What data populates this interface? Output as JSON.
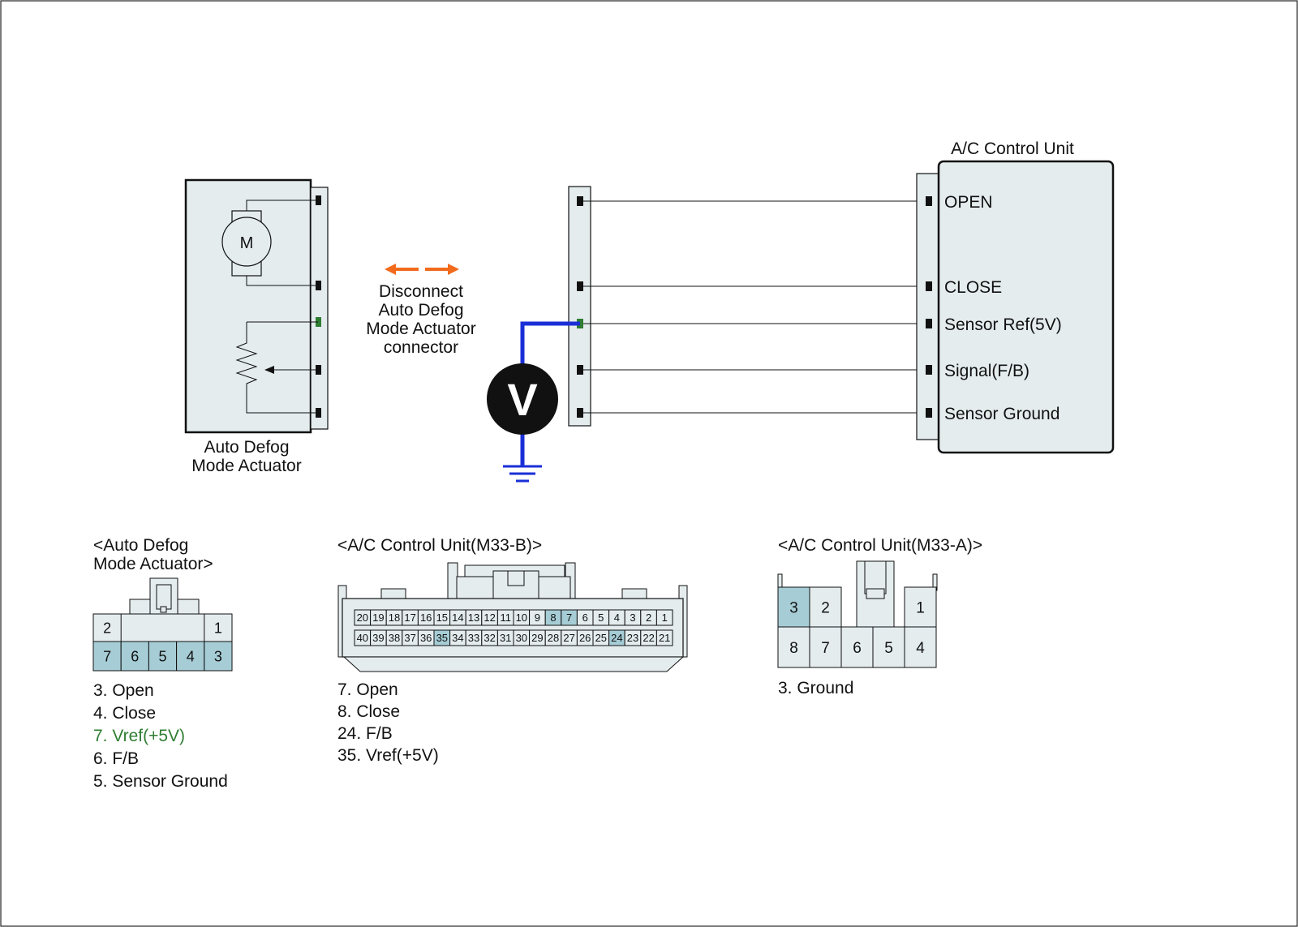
{
  "colors": {
    "panel_fill": "#e4ecee",
    "highlight_pin": "#a6cdd6",
    "vref_green": "#2e7d32",
    "probe_wire": "#1a2fd6",
    "arrow_orange": "#f26a1b",
    "wire": "#111111"
  },
  "actuator": {
    "label_line1": "Auto Defog",
    "label_line2": "Mode Actuator",
    "motor_label": "M"
  },
  "instruction": {
    "line1": "Disconnect",
    "line2": "Auto Defog",
    "line3": "Mode Actuator",
    "line4": "connector"
  },
  "voltmeter": {
    "label": "V"
  },
  "control_unit": {
    "title": "A/C Control Unit",
    "pins": [
      "OPEN",
      "CLOSE",
      "Sensor Ref(5V)",
      "Signal(F/B)",
      "Sensor Ground"
    ]
  },
  "connector_actuator": {
    "title_line1": "<Auto Defog",
    "title_line2": "Mode Actuator>",
    "top_row": [
      "2",
      "1"
    ],
    "bottom_row": [
      "7",
      "6",
      "5",
      "4",
      "3"
    ],
    "highlighted": [
      "7",
      "6",
      "5",
      "4",
      "3"
    ],
    "legend": [
      {
        "text": "3. Open",
        "highlight": false
      },
      {
        "text": "4. Close",
        "highlight": false
      },
      {
        "text": "7. Vref(+5V)",
        "highlight": true
      },
      {
        "text": "6. F/B",
        "highlight": false
      },
      {
        "text": "5. Sensor Ground",
        "highlight": false
      }
    ]
  },
  "connector_m33b": {
    "title": "<A/C Control Unit(M33-B)>",
    "top_row": [
      "20",
      "19",
      "18",
      "17",
      "16",
      "15",
      "14",
      "13",
      "12",
      "11",
      "10",
      "9",
      "8",
      "7",
      "6",
      "5",
      "4",
      "3",
      "2",
      "1"
    ],
    "bottom_row": [
      "40",
      "39",
      "38",
      "37",
      "36",
      "35",
      "34",
      "33",
      "32",
      "31",
      "30",
      "29",
      "28",
      "27",
      "26",
      "25",
      "24",
      "23",
      "22",
      "21"
    ],
    "highlighted": [
      "8",
      "7",
      "35",
      "24"
    ],
    "legend": [
      "7. Open",
      "8. Close",
      "24. F/B",
      "35. Vref(+5V)"
    ]
  },
  "connector_m33a": {
    "title": "<A/C Control Unit(M33-A)>",
    "top_row": [
      "3",
      "2",
      "1"
    ],
    "bottom_row": [
      "8",
      "7",
      "6",
      "5",
      "4"
    ],
    "highlighted": [
      "3"
    ],
    "legend": [
      "3. Ground"
    ]
  }
}
